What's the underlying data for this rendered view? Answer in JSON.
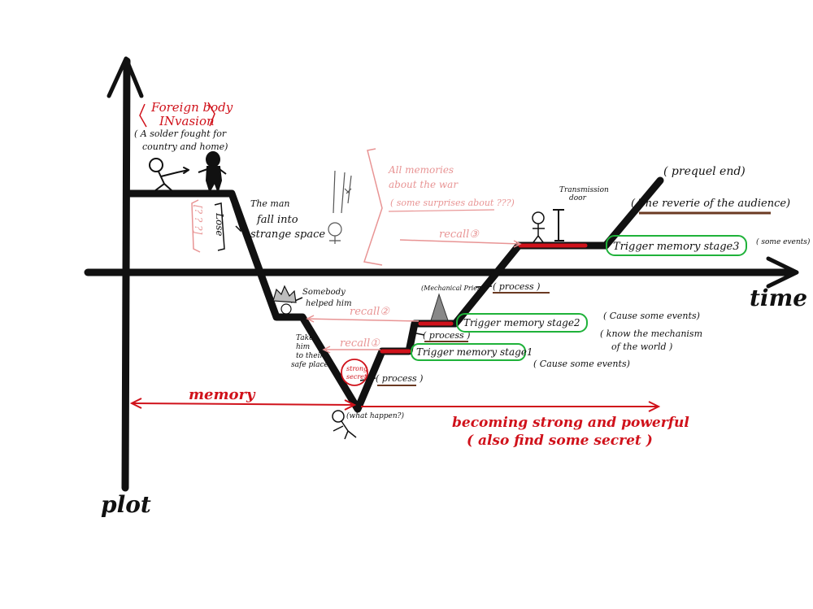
{
  "axes": {
    "x_label": "time",
    "y_label": "plot"
  },
  "colors": {
    "ink": "#111111",
    "red": "#d0121b",
    "pink": "#e89494",
    "green": "#1fb23a",
    "brown": "#6b3a22"
  },
  "labels": {
    "foreign_body_1": "Foreign body",
    "foreign_body_2": "INvasion",
    "soldier_1": "( A solder fought for",
    "soldier_2": "country and home)",
    "man_1": "The man",
    "man_2": "fall into",
    "man_3": "strange space",
    "lose": "Lose",
    "question_marks": "[? ? ?]",
    "all_memories_1": "All memories",
    "all_memories_2": "about the war",
    "all_memories_3": "( some surprises about ???)",
    "recall_3": "recall③",
    "recall_2": "recall②",
    "recall_1": "recall①",
    "somebody_1": "Somebody",
    "somebody_2": "helped him",
    "take_1": "Take",
    "take_2": "him",
    "take_3": "to their",
    "take_4": "safe place",
    "strong_1": "strong",
    "strong_2": "secret",
    "what_happen": "(what happen?)",
    "memory": "memory",
    "becoming_1": "becoming strong and powerful",
    "becoming_2": "( also find some secret )",
    "process_1": "( process )",
    "process_2": "( process )",
    "process_3": "( process )",
    "mechanical_priest": "(Mechanical Priest)",
    "trigger_1": "Trigger memory stage1",
    "trigger_2": "Trigger memory stage2",
    "trigger_3": "Trigger memory stage3",
    "cause_events_1": "( Cause some events)",
    "cause_events_2": "( Cause some events)",
    "some_events": "( some events)",
    "know_1": "( know the mechanism",
    "know_2": "of the world )",
    "transmission_1": "Transmission",
    "transmission_2": "door",
    "prequel_end": "( prequel end)",
    "reverie": "( The reverie of the audience)"
  }
}
